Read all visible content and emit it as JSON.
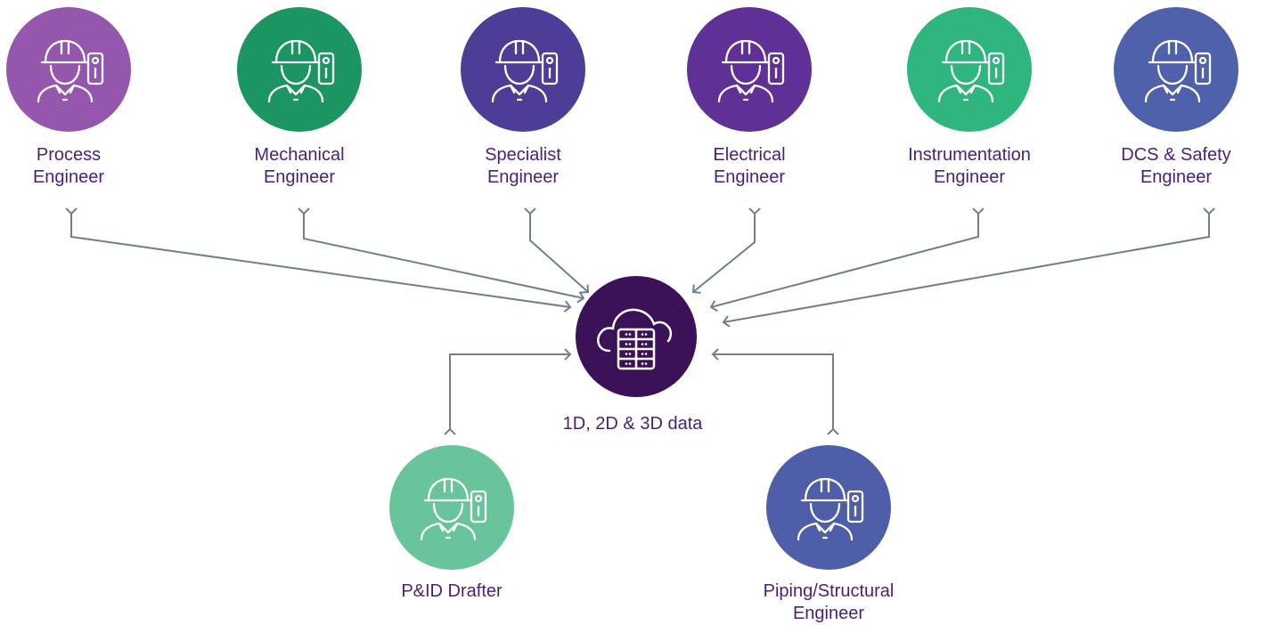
{
  "diagram": {
    "center": {
      "label": "1D, 2D & 3D data",
      "icon": "cloud-database-icon",
      "color": "#3b1258"
    },
    "roles": [
      {
        "id": "process",
        "line1": "Process",
        "line2": "Engineer",
        "color": "#9556ad",
        "icon": "valve-pipe-icon"
      },
      {
        "id": "mechanical",
        "line1": "Mechanical",
        "line2": "Engineer",
        "color": "#1b9663",
        "icon": "wrench-screwdriver-icon"
      },
      {
        "id": "specialist",
        "line1": "Specialist",
        "line2": "Engineer",
        "color": "#4d3d96",
        "icon": "gear-icon"
      },
      {
        "id": "electrical",
        "line1": "Electrical",
        "line2": "Engineer",
        "color": "#5f3196",
        "icon": "plug-icon"
      },
      {
        "id": "instrumentation",
        "line1": "Instrumentation",
        "line2": "Engineer",
        "color": "#2fb57e",
        "icon": "caliper-icon"
      },
      {
        "id": "dcs",
        "line1": "DCS & Safety",
        "line2": "Engineer",
        "color": "#5061ab",
        "icon": "laptop-gear-icon"
      },
      {
        "id": "pid",
        "line1": "P&ID Drafter",
        "line2": "",
        "color": "#68c49b",
        "icon": "compass-drawing-icon"
      },
      {
        "id": "piping",
        "line1": "Piping/Structural",
        "line2": "Engineer",
        "color": "#4e5ea8",
        "icon": "blueprint-icon"
      }
    ],
    "arrow_color": "#6f7f8b"
  }
}
